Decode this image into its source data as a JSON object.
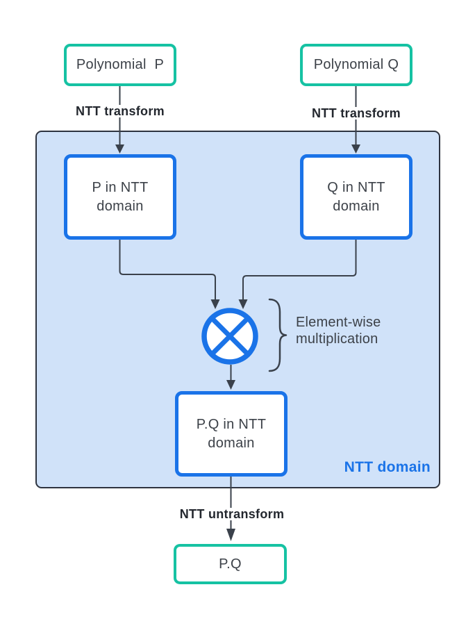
{
  "colors": {
    "canvas-bg": "#ffffff",
    "teal": "#16c2a3",
    "blue": "#1a73e8",
    "container-fill": "#d0e2f9",
    "container-border": "#2e3440",
    "line": "#3a414b",
    "text": "#3c4148",
    "label-text": "#23272e"
  },
  "nodes": {
    "polynomial_p": "Polynomial  P",
    "polynomial_q": "Polynomial Q",
    "p_ntt": "P in NTT\ndomain",
    "q_ntt": "Q in NTT\ndomain",
    "pq_ntt": "P.Q in NTT\ndomain",
    "pq": "P.Q"
  },
  "edge_labels": {
    "ntt_transform_left": "NTT transform",
    "ntt_transform_right": "NTT transform",
    "ntt_untransform": "NTT untransform"
  },
  "container_label": "NTT domain",
  "annotation": "Element-wise\nmultiplication",
  "icons": {
    "multiply": "circled-times-element-wise-multiplication"
  }
}
